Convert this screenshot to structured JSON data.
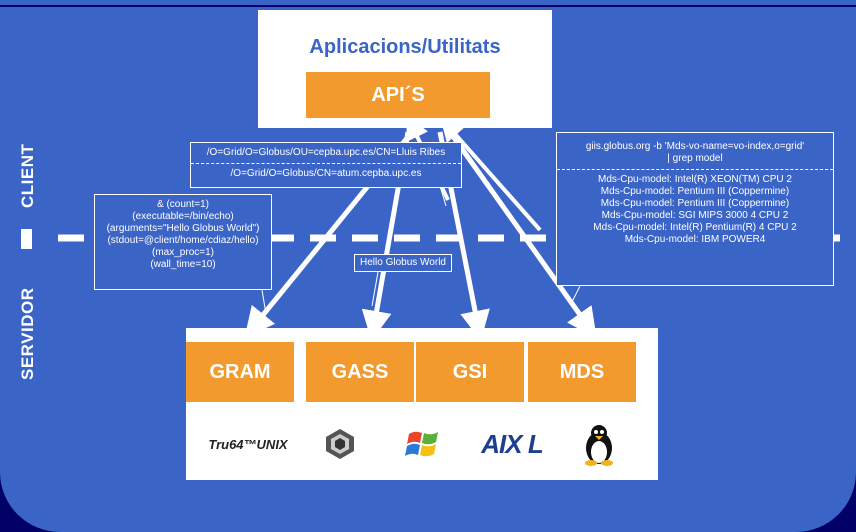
{
  "labels": {
    "client": "CLIENT",
    "servidor": "SERVIDOR",
    "app_title": "Aplicacions/Utilitats",
    "api": "API´S"
  },
  "services": [
    "GRAM",
    "GASS",
    "GSI",
    "MDS"
  ],
  "logos": {
    "tru64": "Tru64™UNIX",
    "sgi": "sgi-logo",
    "windows": "windows-logo",
    "aix": "AIX L",
    "linux": "tux-logo"
  },
  "gsi_callout": {
    "line1": "/O=Grid/O=Globus/OU=cepba.upc.es/CN=Lluis Ribes",
    "line2": "/O=Grid/O=Globus/CN=atum.cepba.upc.es"
  },
  "mds_callout": {
    "query1": "giis.globus.org -b 'Mds-vo-name=vo-index,o=grid'",
    "query2": "| grep model",
    "results": [
      "Mds-Cpu-model: Intel(R) XEON(TM) CPU 2",
      "Mds-Cpu-model: Pentium III (Coppermine)",
      "Mds-Cpu-model: Pentium III (Coppermine)",
      "Mds-Cpu-model: SGI MIPS 3000 4 CPU 2",
      "Mds-Cpu-model: Intel(R) Pentium(R) 4 CPU 2",
      "Mds-Cpu-model: IBM POWER4"
    ]
  },
  "gram_callout": {
    "lines": [
      "& (count=1)",
      "(executable=/bin/echo)",
      "(arguments=\"Hello Globus World\")",
      "(stdout=@client/home/cdiaz/hello)",
      "(max_proc=1)",
      "(wall_time=10)"
    ]
  },
  "gass_callout": {
    "text": "Hello Globus World"
  },
  "colors": {
    "panel": "#3a64c6",
    "accent": "#f29a2e",
    "background": "#000066"
  }
}
